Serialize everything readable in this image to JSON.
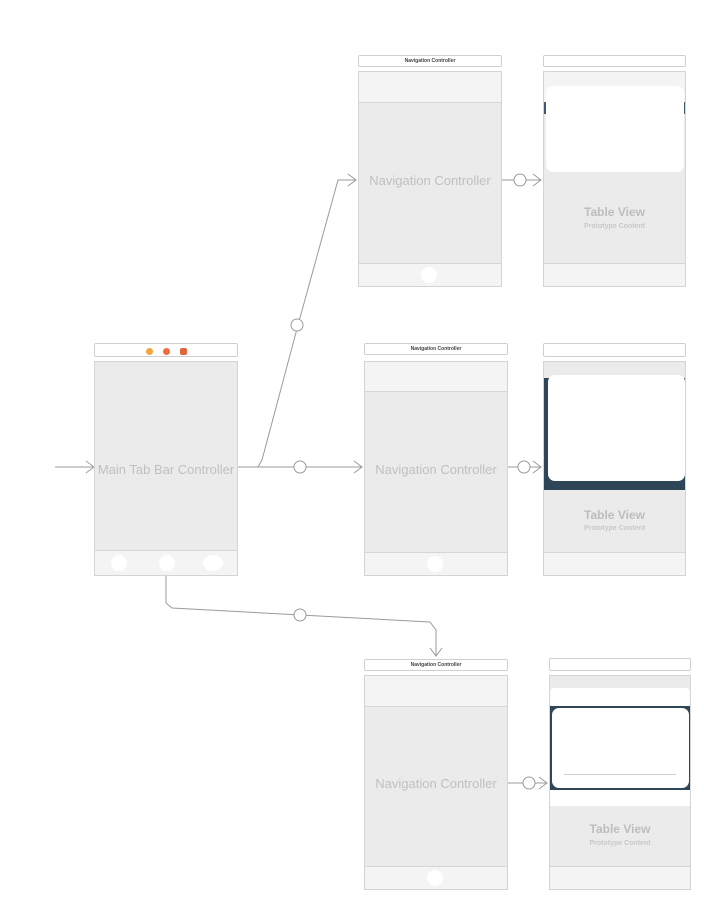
{
  "main": {
    "title": "Main Tab Bar Controller",
    "dock_icons": [
      {
        "name": "view-controller-icon",
        "color": "#f2a53a"
      },
      {
        "name": "first-responder-icon",
        "color": "#f06c3c"
      },
      {
        "name": "exit-icon",
        "color": "#e2653a"
      }
    ]
  },
  "nav1": {
    "dock_label": "Navigation Controller",
    "title": "Navigation Controller"
  },
  "nav2": {
    "dock_label": "Navigation Controller",
    "title": "Navigation Controller"
  },
  "nav3": {
    "dock_label": "Navigation Controller",
    "title": "Navigation Controller"
  },
  "table1": {
    "title": "Table View",
    "subtitle": "Prototype Content"
  },
  "table2": {
    "title": "Table View",
    "subtitle": "Prototype Content"
  },
  "table3": {
    "title": "Table View",
    "subtitle": "Prototype Content"
  },
  "colors": {
    "segue": "#9a9a9a",
    "dark_band": "#3e5a73",
    "card": "#ffffff"
  }
}
